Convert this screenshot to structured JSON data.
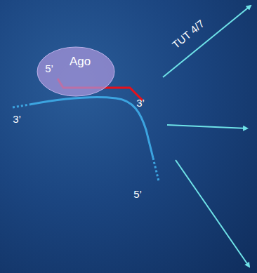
{
  "diagram": {
    "nodes": [
      {
        "text": [
          "Ago"
        ]
      }
    ],
    "labels": [
      "5’",
      "3’",
      "3’",
      "5’",
      "TUT 4/7"
    ]
  }
}
